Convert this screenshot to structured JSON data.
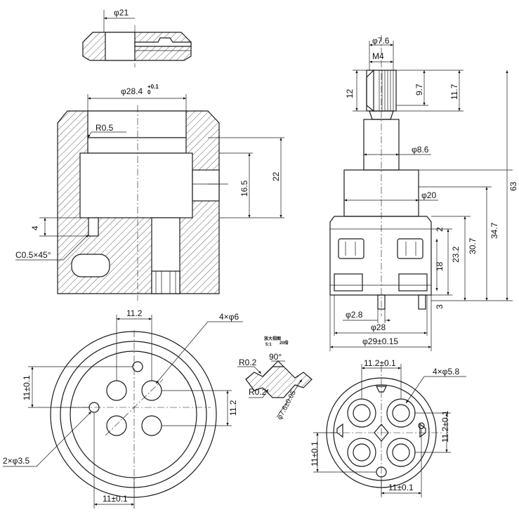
{
  "labels": {
    "top_dia": "φ21",
    "bore": "φ28.4",
    "bore_tol_upper": "+0.1",
    "bore_tol_lower": "0",
    "r05": "R0.5",
    "d16_5": "16.5",
    "d22": "22",
    "d4": "4",
    "chamfer": "C0.5×45°",
    "stem_dia": "φ7.6",
    "m4": "M4",
    "d12": "12",
    "d9_7": "9.7",
    "d11_7": "11.7",
    "shaft_dia": "φ8.6",
    "body_dia20": "φ20",
    "d63": "63",
    "d34_7": "34.7",
    "d30_7": "30.7",
    "d23_2": "23.2",
    "d18": "18",
    "d2": "2",
    "d3": "3",
    "pin_dia": "φ2.8",
    "base_dia28": "φ28",
    "outer_dia29": "φ29±0.15",
    "left_11_2": "11.2",
    "left_4x6": "4×φ6",
    "left_11_1": "11±0.1",
    "left_11_2_right": "11.2",
    "left_2x35": "2×φ3.5",
    "left_11_bottom": "11±0.1",
    "detail_r02a": "R0.2",
    "detail_90": "90°",
    "detail_r02b": "R0.2",
    "detail_dia": "φ7.6±0.05",
    "detail_note1": "放大视图",
    "detail_note2": "5:1",
    "detail_note3": "20倍",
    "right_11_2": "11.2±0.1",
    "right_4x58": "4×φ5.8",
    "right_11_2_side": "11.2±0.1",
    "right_11_left": "11±0.1",
    "right_11_bottom": "11±0.1"
  }
}
